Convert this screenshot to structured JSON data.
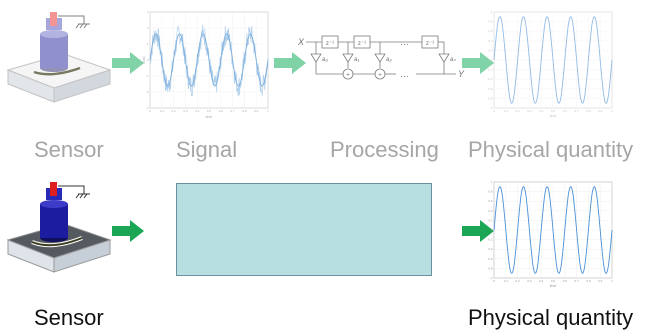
{
  "top_row": {
    "labels": {
      "sensor": "Sensor",
      "signal": "Signal",
      "processing": "Processing",
      "physical_quantity": "Physical quantity"
    },
    "filter": {
      "input": "X",
      "output": "Y",
      "delay": "z⁻¹",
      "coefficients": [
        "a₀",
        "a₁",
        "a₂",
        "aₙ"
      ],
      "ellipsis": "…"
    },
    "signal_plot": {
      "xlabel": "time",
      "ylabel": "Amp",
      "xticks": [
        "0",
        "0.1",
        "0.2",
        "0.3",
        "0.4",
        "0.5",
        "0.6",
        "0.7",
        "0.8",
        "0.9",
        "1"
      ],
      "yticks": [
        "3",
        "2",
        "1",
        "0",
        "-1",
        "-2",
        "-3"
      ]
    },
    "output_plot": {
      "xlabel": "time",
      "xticks": [
        "0",
        "0.1",
        "0.2",
        "0.3",
        "0.4",
        "0.5",
        "0.6",
        "0.7",
        "0.8",
        "0.9",
        "1"
      ],
      "yticks": [
        "1",
        "0.8",
        "0.6",
        "0.4",
        "0.2",
        "0",
        "-0.2",
        "-0.4",
        "-0.6",
        "-0.8",
        "-1"
      ]
    }
  },
  "bottom_row": {
    "labels": {
      "sensor": "Sensor",
      "physical_quantity": "Physical quantity"
    },
    "output_plot": {
      "xlabel": "time",
      "xticks": [
        "0",
        "0.1",
        "0.2",
        "0.3",
        "0.4",
        "0.5",
        "0.6",
        "0.7",
        "0.8",
        "0.9",
        "1"
      ],
      "yticks": [
        "1",
        "0.8",
        "0.6",
        "0.4",
        "0.2",
        "0",
        "-0.2",
        "-0.4",
        "-0.6",
        "-0.8",
        "-1"
      ]
    }
  },
  "colors": {
    "arrow_faded": "#7fd3a6",
    "arrow_solid": "#1aa655",
    "processing_box": "#b7dfe1",
    "signal_line": "#5b9bd5",
    "sine_line": "#4a90d9"
  },
  "icons": [
    "sensor-device-icon",
    "right-arrow-icon",
    "ground-symbol-icon"
  ]
}
